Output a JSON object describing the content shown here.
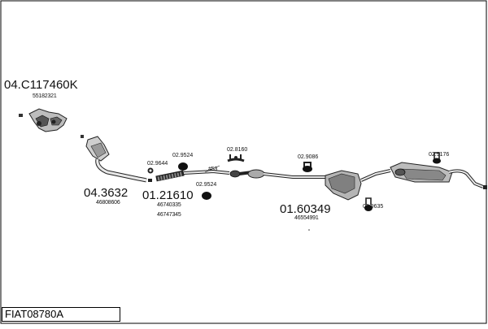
{
  "diagram_title": "FIAT08780A",
  "parts": {
    "manifold": {
      "code": "04.C117460K",
      "oem": "55182321"
    },
    "catalyst": {
      "code": "04.3632",
      "oem": "46808606"
    },
    "flex_pipe": {
      "code": "01.21610",
      "oem": [
        "46740335",
        "46747345"
      ]
    },
    "rear_silencer": {
      "code": "01.60349",
      "oem": "46554991"
    }
  },
  "fittings": {
    "f1": "02.9644",
    "f2": "02.9524",
    "f3": "02.9524",
    "f4": "02.8160",
    "f5": "02.9086",
    "f6": "02.9176",
    "f7": "02.9635"
  },
  "clamp_label": "#53"
}
